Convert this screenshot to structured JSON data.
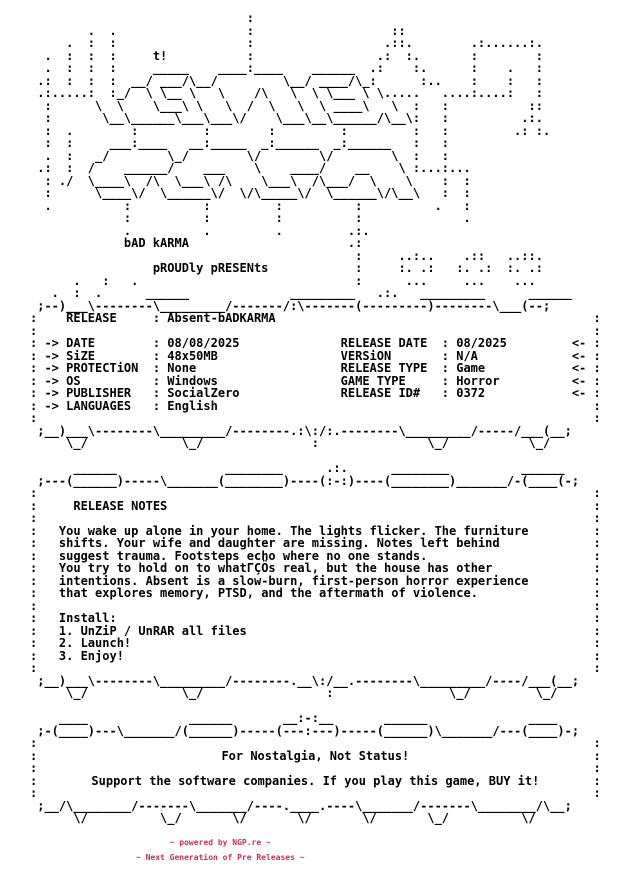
{
  "colors": {
    "background": "#ffffff",
    "text": "#000000",
    "accent": "#c42f55"
  },
  "chrome": {
    "v": ":",
    "arrow_left": "->",
    "arrow_right": "<-",
    "colon": ": "
  },
  "header": {
    "group": "bAD kARMA",
    "presents": "pROUDly pRESENts"
  },
  "art": {
    "header_top": [
      "                              :",
      "        .  .                  :                   ::",
      "     .  :  :                  :                  .::.        .:......:.",
      "  .  :  :  :     t!           :                 .:  :.       :        :",
      "  .  :  :  :     _____    ____:____    ______  .:    :.      :    .   :",
      " .:  :  :  :  __/ ___/\\__/         \\__/ ____/\\_:      :..    :    :   :",
      " .:.....:  :_/  \\ \\__ \\   \\    /\\   \\  \\ \\___ \\ \\.....   ....:....:   :",
      "  :      \\  \\    \\___\\ \\   \\  /  \\   \\  \\ ____\\   \\  :   :           ::",
      "  :       \\__\\______\\___\\___\\/    \\___\\__\\______/\\__\\:   :          .:.",
      "  :  .        :         :        :         :         :   :         .: :.",
      "  :  :     ___:____   __:_____  _:______  _:______   :   :",
      "  .  :   _/        \\_/        \\/        \\/        \\  :   :",
      " .:  :  /    ______/    ___    \\    ____/    __    \\ :...:...",
      "  : ./  \\____\\  /\\  \\___\\ /\\    \\___\\  /\\___/  \\    \\    :  :",
      "  :      \\____\\/  \\______\\/  \\/\\_____\\/  \\______\\/\\__\\   :  :",
      "  .          :          :         :          :          .   :",
      "             :          :         :          :              .",
      "             .          .         .         .:."
    ],
    "ornament_a": ".:",
    "ornament_line": "                                             :     ..:..    .::   ..::.",
    "ornament_b": ":     :. .:   :. .:  :. .:",
    "header_tail": "      .   :   .                              :      ...     ...    ...",
    "info_top": [
      "   .  :  .      ______              _________   .:.   _________      ______",
      " ;--)___\\--------\\_________/-------/:\\-------(---------)--------\\___(--;"
    ],
    "info_bottom": [
      " ;__)___\\--------\\_________/--------.:\\:/:.--------\\_________/-----/___(__;",
      "     \\_/             \\_/               :               \\_/           \\_/"
    ],
    "notes_top": [
      "      ______               ________      .:.      ________          ______",
      " ;---(______)-----\\_______(________)----(:-:)----(________)_______/-(____(-;"
    ],
    "notes_bottom": [
      " ;__)___\\--------\\_________/--------.__\\:/__.--------\\_________/----/___(__;",
      "     \\_/             \\_/                 :                \\_/         \\_/"
    ],
    "slogan_top": [
      "    ____              ______       __:-:__       ______              ____",
      " ;-(____)---\\_______/(______)-----(---:---)-----(______)\\_______/---(____)-;"
    ],
    "slogan_bottom": [
      " ;__/\\________/-------\\_______/----.____.----\\_______/-------\\________/\\__;",
      "      \\/          \\_/       \\/       \\/       \\/       \\_/          \\/"
    ]
  },
  "release_info": {
    "title_label": "RELEASE",
    "title_value": "Absent-bADKARMA",
    "rows": [
      {
        "label": "DATE",
        "value": "08/08/2025",
        "rlabel": "RELEASE DATE",
        "rvalue": "08/2025"
      },
      {
        "label": "SiZE",
        "value": "48x50MB",
        "rlabel": "VERSiON",
        "rvalue": "N/A"
      },
      {
        "label": "PROTECTiON",
        "value": "None",
        "rlabel": "RELEASE TYPE",
        "rvalue": "Game"
      },
      {
        "label": "OS",
        "value": "Windows",
        "rlabel": "GAME TYPE",
        "rvalue": "Horror"
      },
      {
        "label": "PUBLISHER",
        "value": "SocialZero",
        "rlabel": "RELEASE ID#",
        "rvalue": "0372"
      }
    ],
    "languages_label": "LANGUAGES",
    "languages_value": "English"
  },
  "notes": {
    "title": "RELEASE NOTES",
    "body": [
      "You wake up alone in your home. The lights flicker. The furniture",
      "shifts. Your wife and daughter are missing. Notes left behind",
      "suggest trauma. Footsteps echo where no one stands.",
      "You try to hold on to whatΓÇÖs real, but the house has other",
      "intentions. Absent is a slow-burn, first-person horror experience",
      "that explores memory, PTSD, and the aftermath of violence."
    ],
    "install_title": "Install:",
    "install_steps": [
      "1. UnZiP / UnRAR all files",
      "2. Launch!",
      "3. Enjoy!"
    ]
  },
  "slogan": {
    "line1": "For Nostalgia, Not Status!",
    "line2": "Support the software companies. If you play this game, BUY it!"
  },
  "footer": {
    "line1": "~ powered by NGP.re ~",
    "line2": "~ Next Generation of Pre Releases ~"
  }
}
